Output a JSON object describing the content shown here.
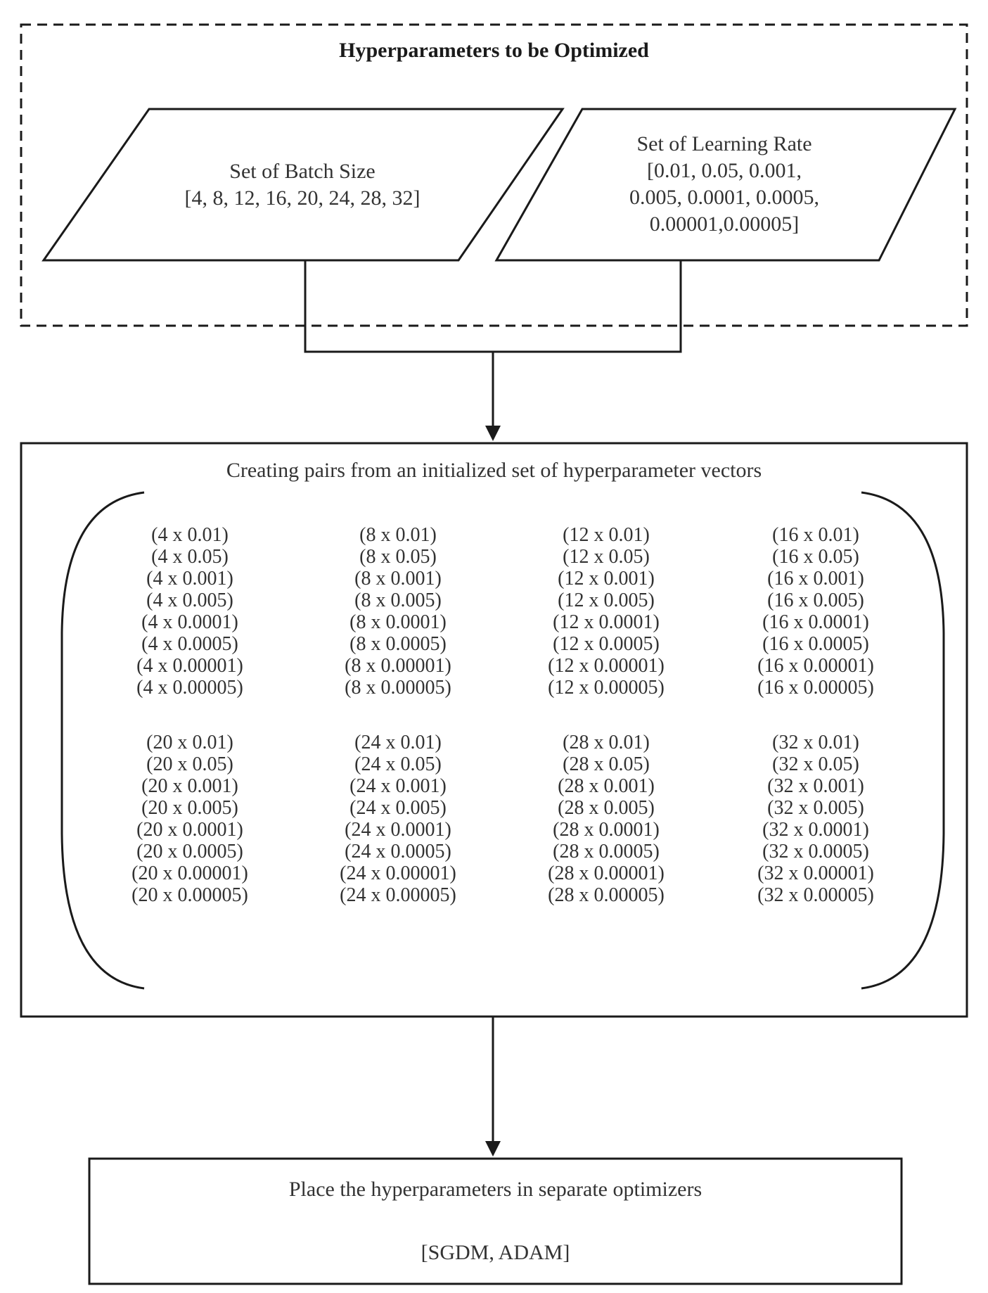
{
  "top_group": {
    "title": "Hyperparameters to be Optimized",
    "batch_size": {
      "label": "Set of Batch Size",
      "values": "[4, 8, 12, 16, 20, 24, 28,  32]"
    },
    "learning_rate": {
      "label": "Set of Learning Rate",
      "values_lines": [
        "[0.01, 0.05, 0.001,",
        "0.005, 0.0001, 0.0005,",
        "0.00001,0.00005]"
      ]
    }
  },
  "pairs_box": {
    "title": "Creating pairs from an initialized set of hyperparameter vectors",
    "groups": [
      [
        [
          "(4 x 0.01)",
          "(4 x 0.05)",
          "(4 x 0.001)",
          "(4 x 0.005)",
          "(4 x 0.0001)",
          "(4 x 0.0005)",
          "(4 x 0.00001)",
          "(4 x 0.00005)"
        ],
        [
          "(8 x 0.01)",
          "(8 x 0.05)",
          "(8 x 0.001)",
          "(8 x 0.005)",
          "(8 x 0.0001)",
          "(8 x 0.0005)",
          "(8 x 0.00001)",
          "(8 x 0.00005)"
        ],
        [
          "(12 x 0.01)",
          "(12 x 0.05)",
          "(12 x 0.001)",
          "(12 x 0.005)",
          "(12 x 0.0001)",
          "(12 x 0.0005)",
          "(12 x 0.00001)",
          "(12 x 0.00005)"
        ],
        [
          "(16 x 0.01)",
          "(16 x 0.05)",
          "(16 x 0.001)",
          "(16 x 0.005)",
          "(16 x 0.0001)",
          "(16 x 0.0005)",
          "(16 x 0.00001)",
          "(16 x 0.00005)"
        ]
      ],
      [
        [
          "(20 x 0.01)",
          "(20 x 0.05)",
          "(20 x 0.001)",
          "(20 x 0.005)",
          "(20 x 0.0001)",
          "(20 x 0.0005)",
          "(20 x 0.00001)",
          "(20 x 0.00005)"
        ],
        [
          "(24 x 0.01)",
          "(24 x 0.05)",
          "(24 x 0.001)",
          "(24 x 0.005)",
          "(24 x 0.0001)",
          "(24 x 0.0005)",
          "(24 x 0.00001)",
          "(24 x 0.00005)"
        ],
        [
          "(28 x 0.01)",
          "(28 x 0.05)",
          "(28 x 0.001)",
          "(28 x 0.005)",
          "(28 x 0.0001)",
          "(28 x 0.0005)",
          "(28 x 0.00001)",
          "(28 x 0.00005)"
        ],
        [
          "(32 x 0.01)",
          "(32 x 0.05)",
          "(32 x 0.001)",
          "(32 x 0.005)",
          "(32 x 0.0001)",
          "(32 x 0.0005)",
          "(32 x 0.00001)",
          "(32 x 0.00005)"
        ]
      ]
    ]
  },
  "optimizer_box": {
    "title": "Place the hyperparameters in separate optimizers",
    "optimizers": "[SGDM, ADAM]"
  }
}
